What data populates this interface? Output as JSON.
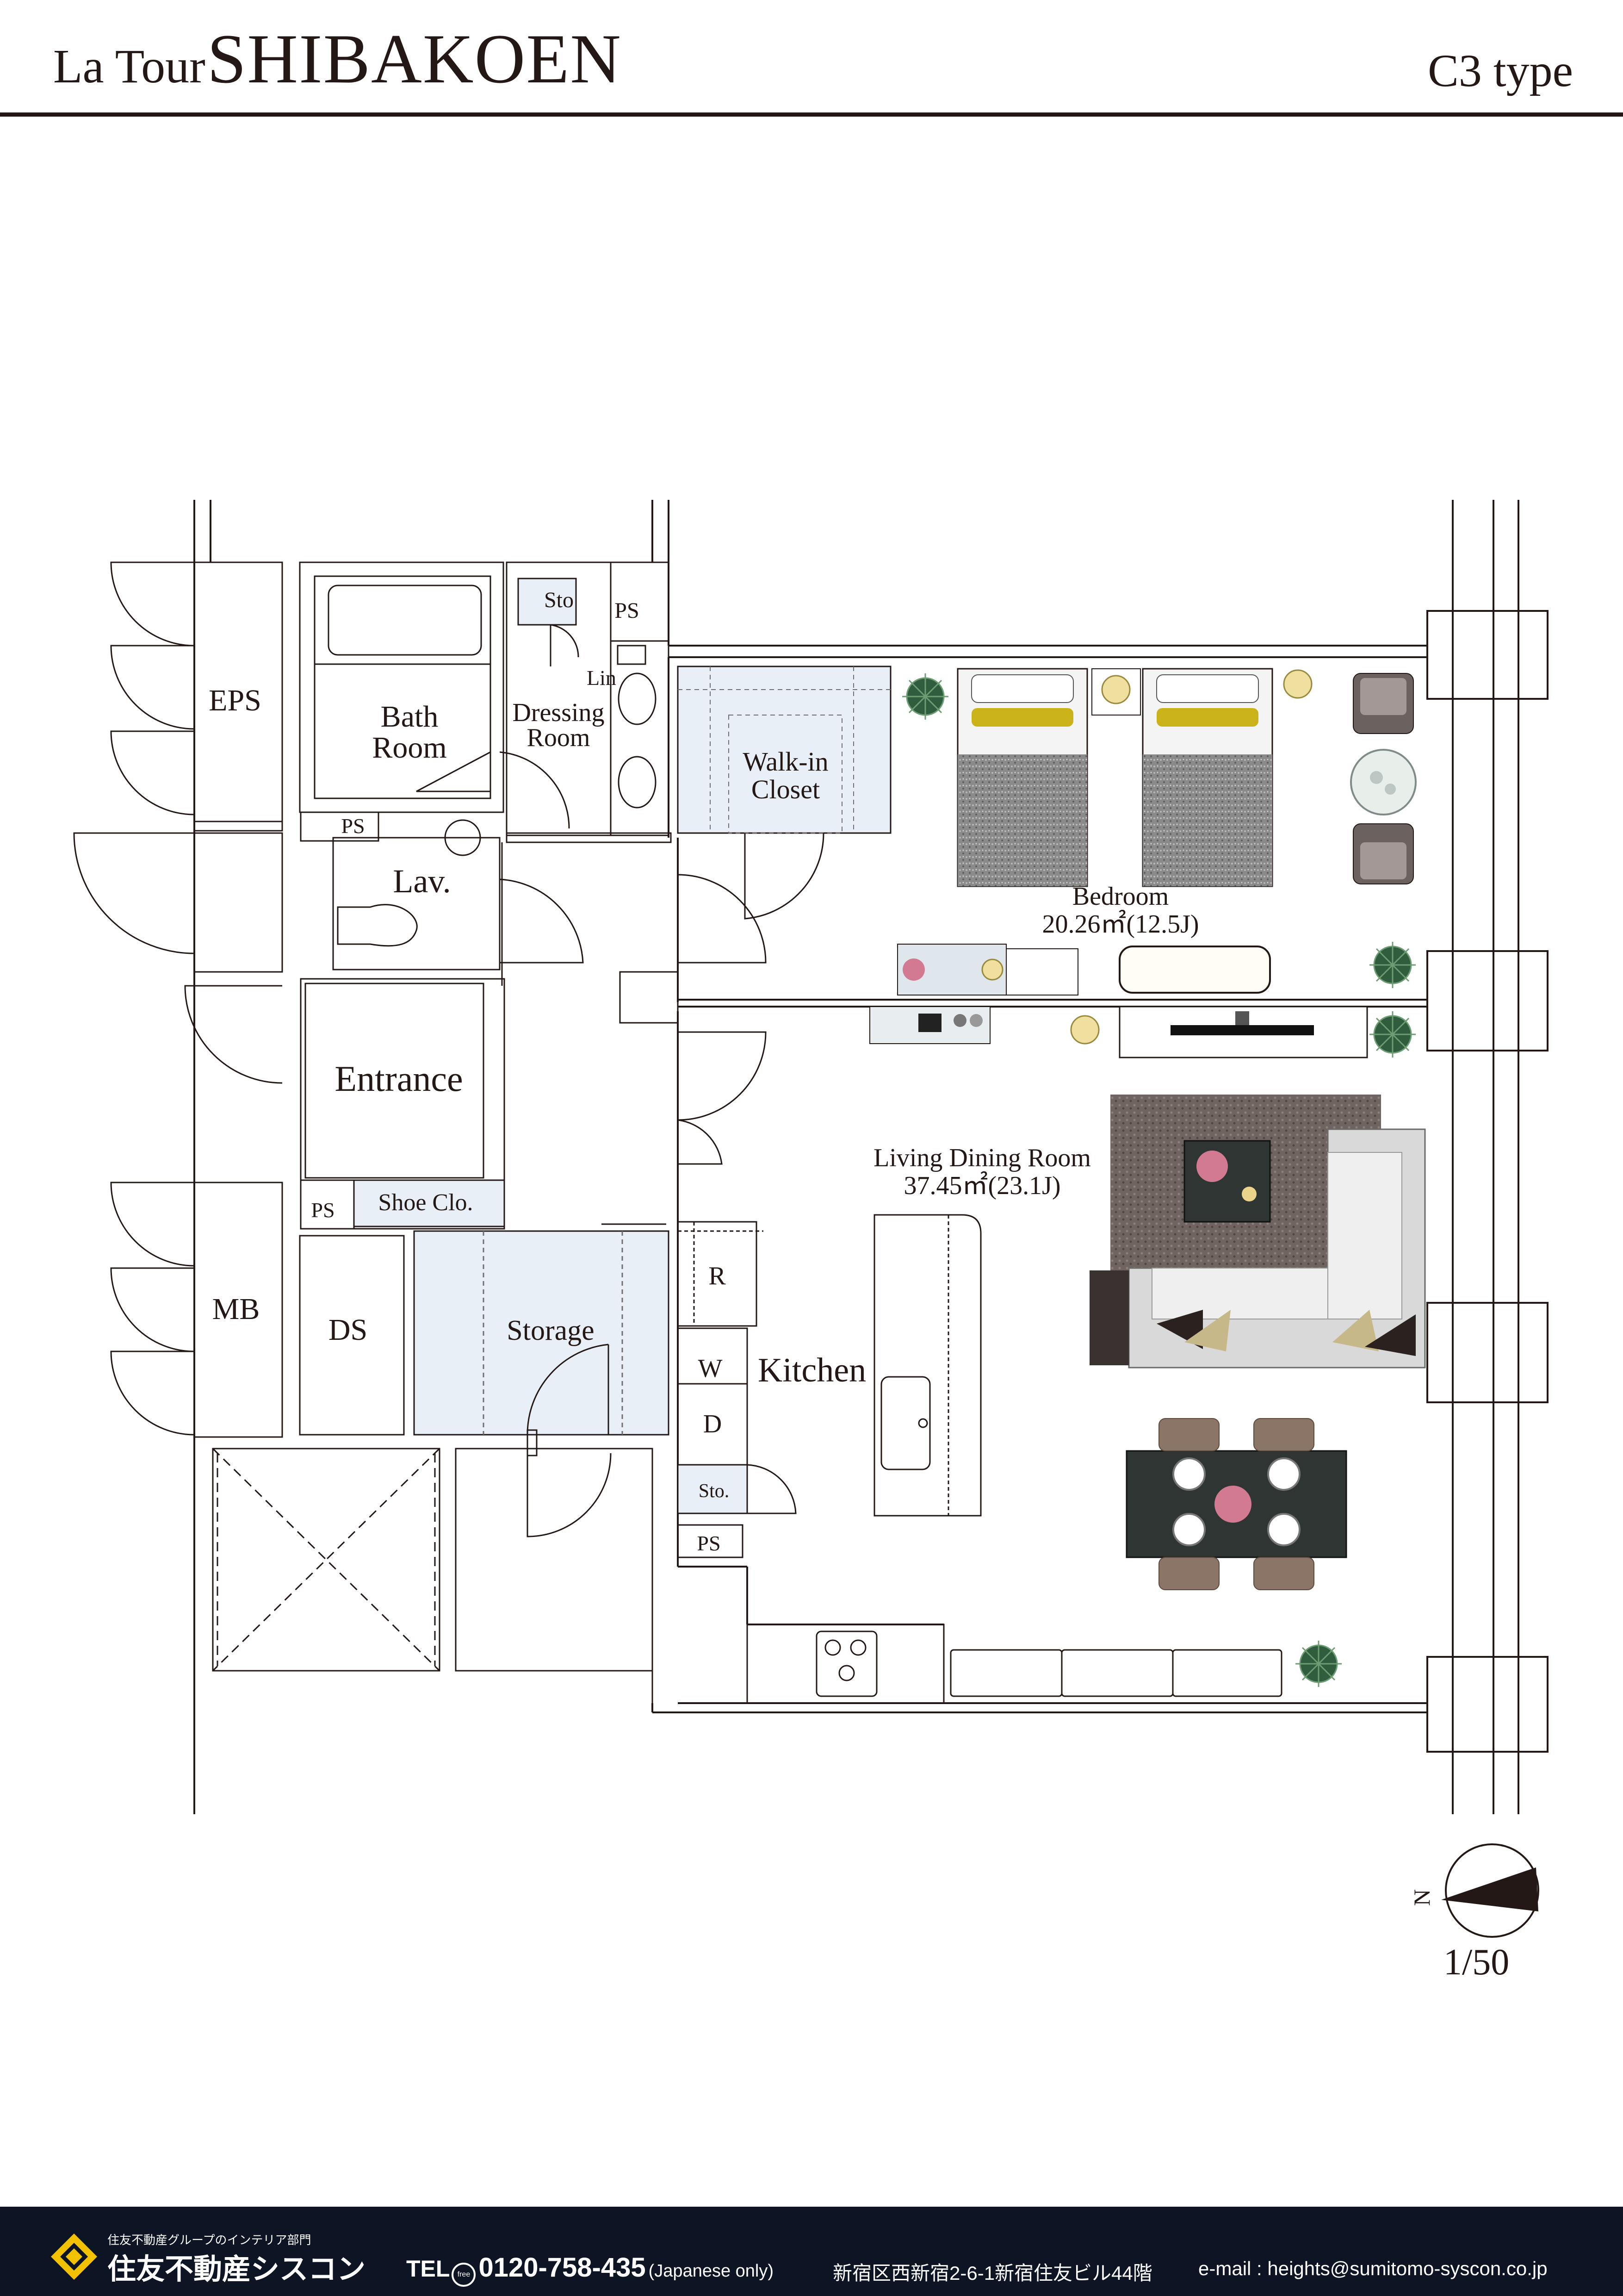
{
  "header": {
    "brand_small": "La Tour",
    "brand_big": "SHIBAKOEN",
    "type_label": "C3 type"
  },
  "rooms": {
    "eps": "EPS",
    "bath": [
      "Bath",
      "Room"
    ],
    "sto_top": "Sto",
    "ps_top": "PS",
    "lin": "Lin",
    "dressing": [
      "Dressing",
      "Room"
    ],
    "walkin": [
      "Walk-in",
      "Closet"
    ],
    "ps_lav": "PS",
    "lav": "Lav.",
    "bedroom": [
      "Bedroom",
      "20.26㎡(12.5J)"
    ],
    "entrance": "Entrance",
    "ps_entrance": "PS",
    "shoe": "Shoe Clo.",
    "ldk": [
      "Living Dining Room",
      "37.45㎡(23.1J)"
    ],
    "mb": "MB",
    "ds": "DS",
    "storage": "Storage",
    "r": "R",
    "w": "W",
    "d": "D",
    "kitchen": "Kitchen",
    "sto_kitchen": "Sto.",
    "ps_kitchen": "PS"
  },
  "compass": {
    "label": "N"
  },
  "scale": "1/50",
  "footer": {
    "company_sub": "住友不動産グループのインテリア部門",
    "company_name": "住友不動産シスコン",
    "tel_prefix": "TEL",
    "tel_free": "free",
    "tel_number": "0120-758-435",
    "tel_note": "(Japanese only)",
    "address": "新宿区西新宿2-6-1新宿住友ビル44階",
    "email": "e-mail : heights@sumitomo-syscon.co.jp"
  },
  "colors": {
    "ink": "#231815",
    "closet_fill": "#e9eff7",
    "footer_bg": "#0d1424",
    "logo_gold": "#f2c200",
    "pillow_yellow": "#c9b21a",
    "glass_table": "#2e3533",
    "sofa": "#d8d9d8"
  }
}
